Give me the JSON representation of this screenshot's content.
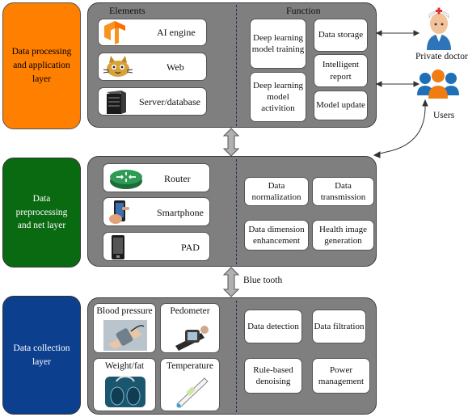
{
  "layers": {
    "application": {
      "label": "Data processing and application layer",
      "color": "#ff7f00",
      "text_color": "#000000"
    },
    "preprocessing": {
      "label": "Data preprocessing and net layer",
      "color": "#0a6a12",
      "text_color": "#ffffff"
    },
    "collection": {
      "label": "Data collection layer",
      "color": "#0d3f8f",
      "text_color": "#ffffff"
    }
  },
  "top_panel": {
    "elements_heading": "Elements",
    "function_heading": "Function",
    "elements": [
      {
        "label": "AI engine",
        "icon": "tensorflow-logo-icon"
      },
      {
        "label": "Web",
        "icon": "tomcat-logo-icon"
      },
      {
        "label": "Server/database",
        "icon": "server-icon"
      }
    ],
    "functions": [
      "Deep learning model training",
      "Data storage",
      "Intelligent report",
      "Deep learning model activition",
      "Model update"
    ]
  },
  "middle_panel": {
    "elements": [
      {
        "label": "Router",
        "icon": "router-icon"
      },
      {
        "label": "Smartphone",
        "icon": "smartphone-icon"
      },
      {
        "label": "PAD",
        "icon": "tablet-icon"
      }
    ],
    "functions": [
      "Data normalization",
      "Data transmission",
      "Data dimension enhancement",
      "Health image generation"
    ]
  },
  "bottom_panel": {
    "sensors": [
      {
        "label": "Blood pressure",
        "icon": "blood-pressure-cuff-icon"
      },
      {
        "label": "Pedometer",
        "icon": "pedometer-watch-icon"
      },
      {
        "label": "Weight/fat",
        "icon": "scale-icon"
      },
      {
        "label": "Temperature",
        "icon": "thermometer-icon"
      }
    ],
    "functions": [
      "Data detection",
      "Data filtration",
      "Rule-based denoising",
      "Power management"
    ]
  },
  "connector_label": "Blue tooth",
  "actors": {
    "doctor": {
      "label": "Private doctor",
      "icon": "doctor-icon"
    },
    "users": {
      "label": "Users",
      "icon": "users-icon"
    }
  }
}
